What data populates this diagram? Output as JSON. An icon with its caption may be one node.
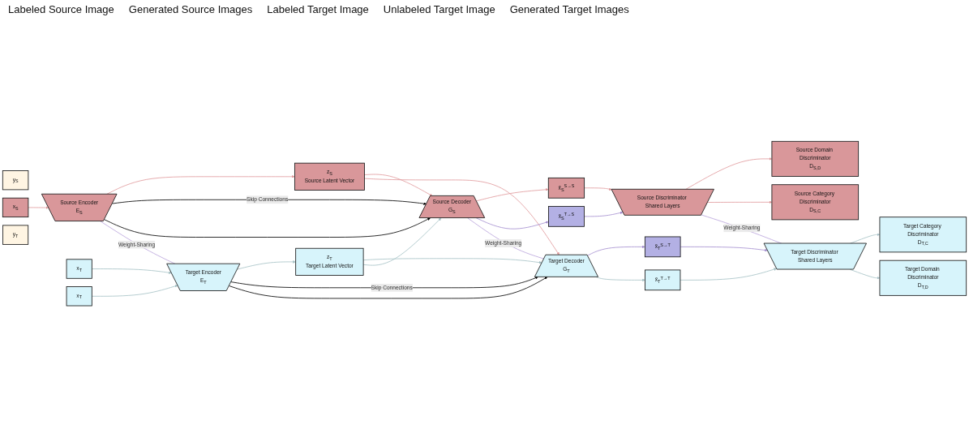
{
  "diagram": {
    "nodes": [
      {
        "text": [
          "y$_{S}$"
        ]
      },
      {
        "text": [
          "x$_{S}$"
        ]
      },
      {
        "text": [
          "Source Encoder",
          "E$_{S}$"
        ]
      },
      {
        "text": [
          "z$_{S}$",
          "Source Latent Vector"
        ]
      },
      {
        "text": [
          "Source Decoder",
          "G$_{S}$"
        ]
      },
      {
        "text": [
          "x̃$_{S}$$^{S→S}$"
        ]
      },
      {
        "text": [
          "x̃$_{S}$$^{T→S}$"
        ]
      },
      {
        "text": [
          "Source Discriminator Shared Layers"
        ]
      },
      {
        "text": [
          "Source Domain Discriminator",
          "D$_{S,D}$"
        ]
      },
      {
        "text": [
          "Source Category Discriminator",
          "D$_{S,C}$"
        ]
      },
      {
        "text": [
          "y$_{T}$"
        ]
      },
      {
        "text": [
          "x$_{T}$"
        ]
      },
      {
        "text": [
          "x$_{T}$"
        ]
      },
      {
        "text": [
          "Target Encoder",
          "E$_{T}$"
        ]
      },
      {
        "text": [
          "z$_{T}$",
          "Target Latent Vector"
        ]
      },
      {
        "text": [
          "Target Decoder",
          "G$_{T}$"
        ]
      },
      {
        "text": [
          "x̃$_{T}$$^{S→T}$"
        ]
      },
      {
        "text": [
          "x̃$_{T}$$^{T→T}$"
        ]
      },
      {
        "text": [
          "Target Discriminator Shared Layers"
        ]
      },
      {
        "text": [
          "Target Category Discriminator",
          "D$_{T,C}$"
        ]
      },
      {
        "text": [
          "Target Domain Discriminator",
          "D$_{T,D}$"
        ]
      }
    ],
    "edges": [
      {
        "from": 1,
        "to": 2,
        "arrow": "to",
        "color": "#e09a9c"
      },
      {
        "from": 2,
        "to": 3,
        "arrow": "to",
        "color": "#e09a9c"
      },
      {
        "from": 3,
        "to": 4,
        "arrow": "to",
        "color": "#e09a9c"
      },
      {
        "from": 3,
        "to": 15,
        "arrow": "to",
        "color": "#e09a9c"
      },
      {
        "from": 4,
        "to": 5,
        "arrow": "to",
        "color": "#e09a9c"
      },
      {
        "from": 4,
        "to": 6,
        "arrow": "to",
        "color": "#a58fd0"
      },
      {
        "from": 5,
        "to": 7,
        "arrow": "to",
        "color": "#e09a9c"
      },
      {
        "from": 6,
        "to": 7,
        "arrow": "to",
        "color": "#a58fd0"
      },
      {
        "from": 7,
        "to": 8,
        "arrow": "to",
        "color": "#e09a9c"
      },
      {
        "from": 7,
        "to": 9,
        "arrow": "to",
        "color": "#e09a9c"
      },
      {
        "from": 11,
        "to": 13,
        "arrow": "to",
        "color": "#a6c2c6"
      },
      {
        "from": 12,
        "to": 13,
        "arrow": "to",
        "color": "#a6c2c6"
      },
      {
        "from": 13,
        "to": 14,
        "arrow": "to",
        "color": "#a6c2c6"
      },
      {
        "from": 14,
        "to": 15,
        "arrow": "to",
        "color": "#a6c2c6"
      },
      {
        "from": 14,
        "to": 4,
        "arrow": "to",
        "color": "#a6c2c6"
      },
      {
        "from": 15,
        "to": 16,
        "arrow": "to",
        "color": "#a58fd0"
      },
      {
        "from": 15,
        "to": 17,
        "arrow": "to",
        "color": "#a6c2c6"
      },
      {
        "from": 16,
        "to": 18,
        "arrow": "to",
        "color": "#a58fd0"
      },
      {
        "from": 17,
        "to": 18,
        "arrow": "to",
        "color": "#a6c2c6"
      },
      {
        "from": 18,
        "to": 19,
        "arrow": "to",
        "color": "#a6c2c6"
      },
      {
        "from": 18,
        "to": 20,
        "arrow": "to",
        "color": "#a6c2c6"
      },
      {
        "from": 2,
        "to": 4,
        "arrow": "to",
        "label": "Skip Connections",
        "color": "#000000"
      },
      {
        "from": 2,
        "to": 4,
        "arrow": "to",
        "color": "#000000"
      },
      {
        "from": 13,
        "to": 15,
        "arrow": "to",
        "label": "Skip Connections",
        "color": "#000000"
      },
      {
        "from": 13,
        "to": 15,
        "arrow": "to",
        "color": "#000000"
      },
      {
        "from": 2,
        "to": 13,
        "arrow": "none",
        "label": "Weight-Sharing",
        "color": "#b9a3dc"
      },
      {
        "from": 4,
        "to": 15,
        "arrow": "none",
        "label": "Weight-Sharing",
        "color": "#b9a3dc"
      },
      {
        "from": 7,
        "to": 18,
        "arrow": "none",
        "label": "Weight-Sharing",
        "color": "#b9a3dc"
      }
    ],
    "labels": [
      "Labeled Source Image",
      "Generated Source Images",
      "Labeled Target Image",
      "Unlabeled Target Image",
      "Generated Target Images"
    ]
  }
}
